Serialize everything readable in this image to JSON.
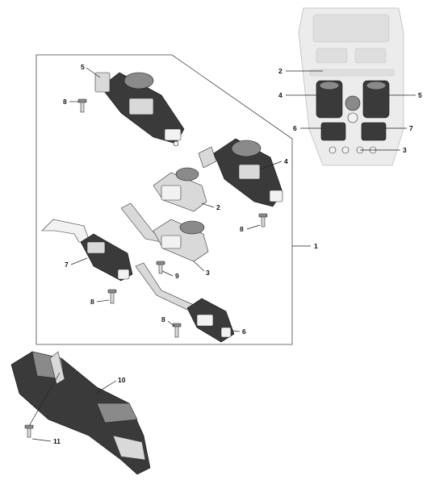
{
  "callouts": {
    "c1": "1",
    "c2a": "2",
    "c2b": "2",
    "c3a": "3",
    "c3b": "3",
    "c4a": "4",
    "c4b": "4",
    "c5a": "5",
    "c5b": "5",
    "c6a": "6",
    "c6b": "6",
    "c7a": "7",
    "c7b": "7",
    "c8a": "8",
    "c8b": "8",
    "c8c": "8",
    "c8d": "8",
    "c9": "9",
    "c10": "10",
    "c11": "11"
  }
}
